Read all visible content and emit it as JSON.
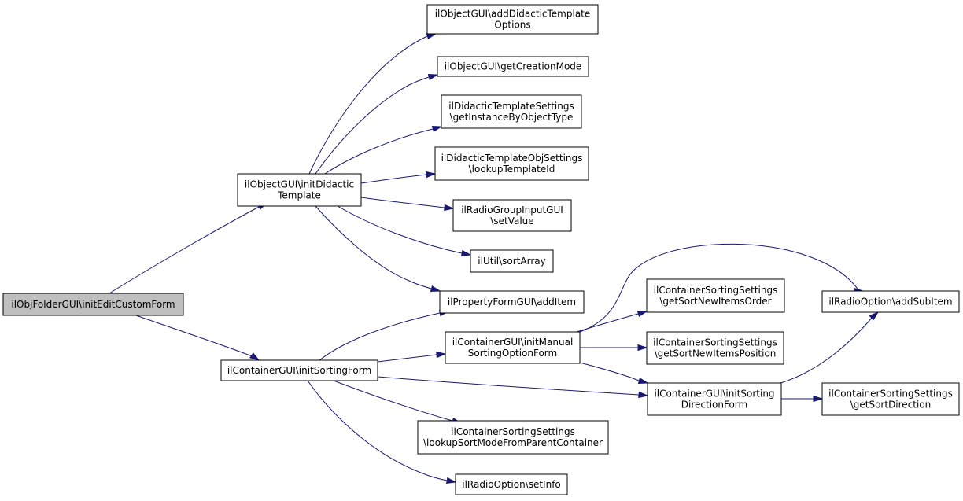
{
  "nodes": {
    "root": [
      "ilObjFolderGUI\\initEditCustomForm"
    ],
    "init_didactic": [
      "ilObjectGUI\\initDidactic",
      "Template"
    ],
    "init_sorting_form": [
      "ilContainerGUI\\initSortingForm"
    ],
    "add_didactic_options": [
      "ilObjectGUI\\addDidacticTemplate",
      "Options"
    ],
    "get_creation_mode": [
      "ilObjectGUI\\getCreationMode"
    ],
    "get_instance_by_type": [
      "ilDidacticTemplateSettings",
      "\\getInstanceByObjectType"
    ],
    "lookup_template_id": [
      "ilDidacticTemplateObjSettings",
      "\\lookupTemplateId"
    ],
    "radio_group_set_value": [
      "ilRadioGroupInputGUI",
      "\\setValue"
    ],
    "sort_array": [
      "ilUtil\\sortArray"
    ],
    "add_item": [
      "ilPropertyFormGUI\\addItem"
    ],
    "init_manual_sorting": [
      "ilContainerGUI\\initManual",
      "SortingOptionForm"
    ],
    "lookup_sort_mode": [
      "ilContainerSortingSettings",
      "\\lookupSortModeFromParentContainer"
    ],
    "set_info": [
      "ilRadioOption\\setInfo"
    ],
    "get_sort_new_items_order": [
      "ilContainerSortingSettings",
      "\\getSortNewItemsOrder"
    ],
    "get_sort_new_items_position": [
      "ilContainerSortingSettings",
      "\\getSortNewItemsPosition"
    ],
    "init_sorting_direction": [
      "ilContainerGUI\\initSorting",
      "DirectionForm"
    ],
    "add_sub_item": [
      "ilRadioOption\\addSubItem"
    ],
    "get_sort_direction": [
      "ilContainerSortingSettings",
      "\\getSortDirection"
    ]
  }
}
